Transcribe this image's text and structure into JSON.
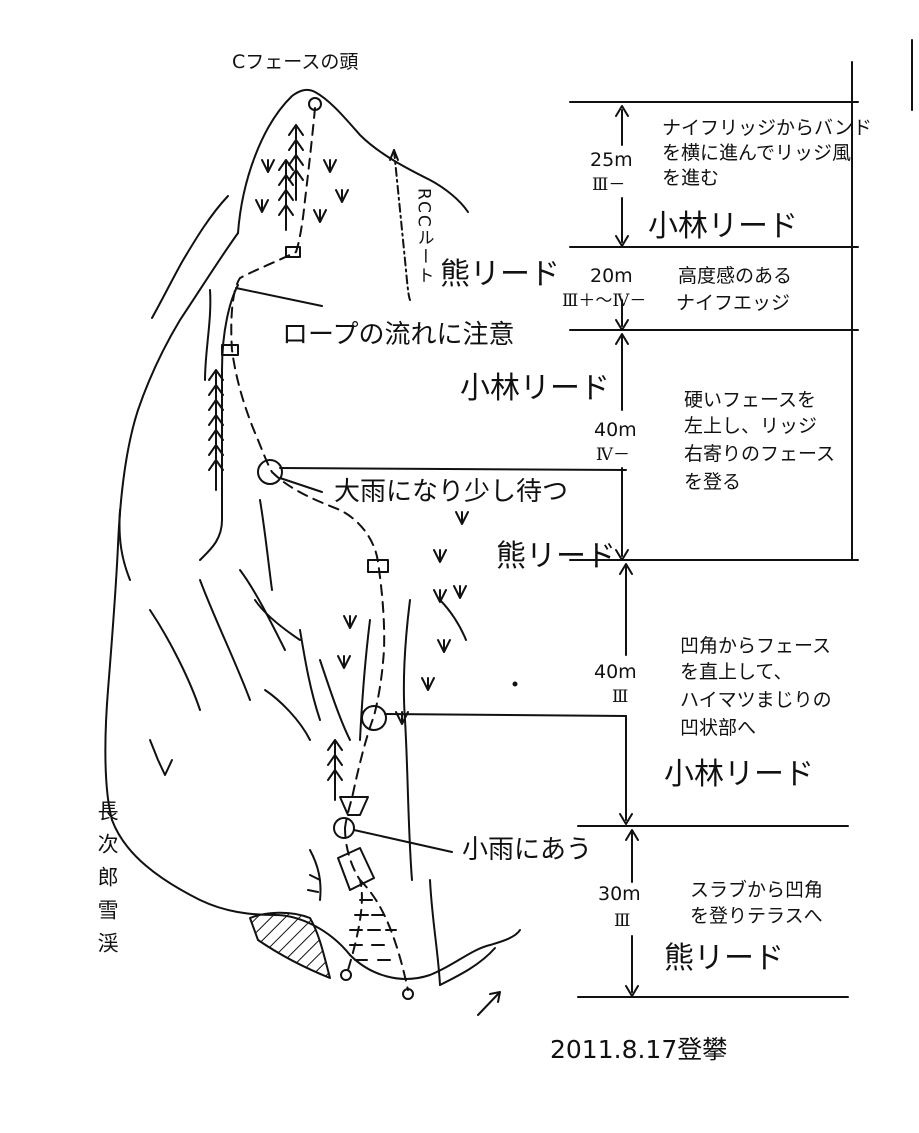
{
  "diagram": {
    "summit_label": "Cフェースの頭",
    "route_rc_label": "RCCルート",
    "valley_label": "長次郎雪渓",
    "date_label": "2011.8.17登攀"
  },
  "callouts": [
    {
      "text": "ロープの流れに注意"
    },
    {
      "text": "大雨になり少し待つ"
    },
    {
      "text": "小雨にあう"
    }
  ],
  "pitches": [
    {
      "length": "25m",
      "grade": "Ⅲ－",
      "leader": "小林リード",
      "note": [
        "ナイフリッジからバンド",
        "を横に進んでリッジ風",
        "を進む"
      ]
    },
    {
      "length": "20m",
      "grade": "Ⅲ＋～Ⅳ－",
      "grade_note": "ナイフエッジ",
      "leader": "熊リード",
      "note": [
        "高度感のある"
      ]
    },
    {
      "length": "40m",
      "grade": "Ⅳ－",
      "leader": "小林リード",
      "note": [
        "硬いフェースを",
        "左上し、リッジ",
        "右寄りのフェース",
        "を登る"
      ]
    },
    {
      "length": "40m",
      "grade": "Ⅲ",
      "leader": "熊リード",
      "note": [
        "凹角からフェース",
        "を直上して、",
        "ハイマツまじりの",
        "凹状部へ"
      ]
    },
    {
      "length": "30m",
      "grade": "Ⅲ",
      "leader": "小林リード",
      "note": [
        "スラブから凹角",
        "を登りテラスへ"
      ]
    },
    {
      "leader": "熊リード"
    }
  ],
  "colors": {
    "ink": "#111111",
    "paper": "#ffffff"
  }
}
